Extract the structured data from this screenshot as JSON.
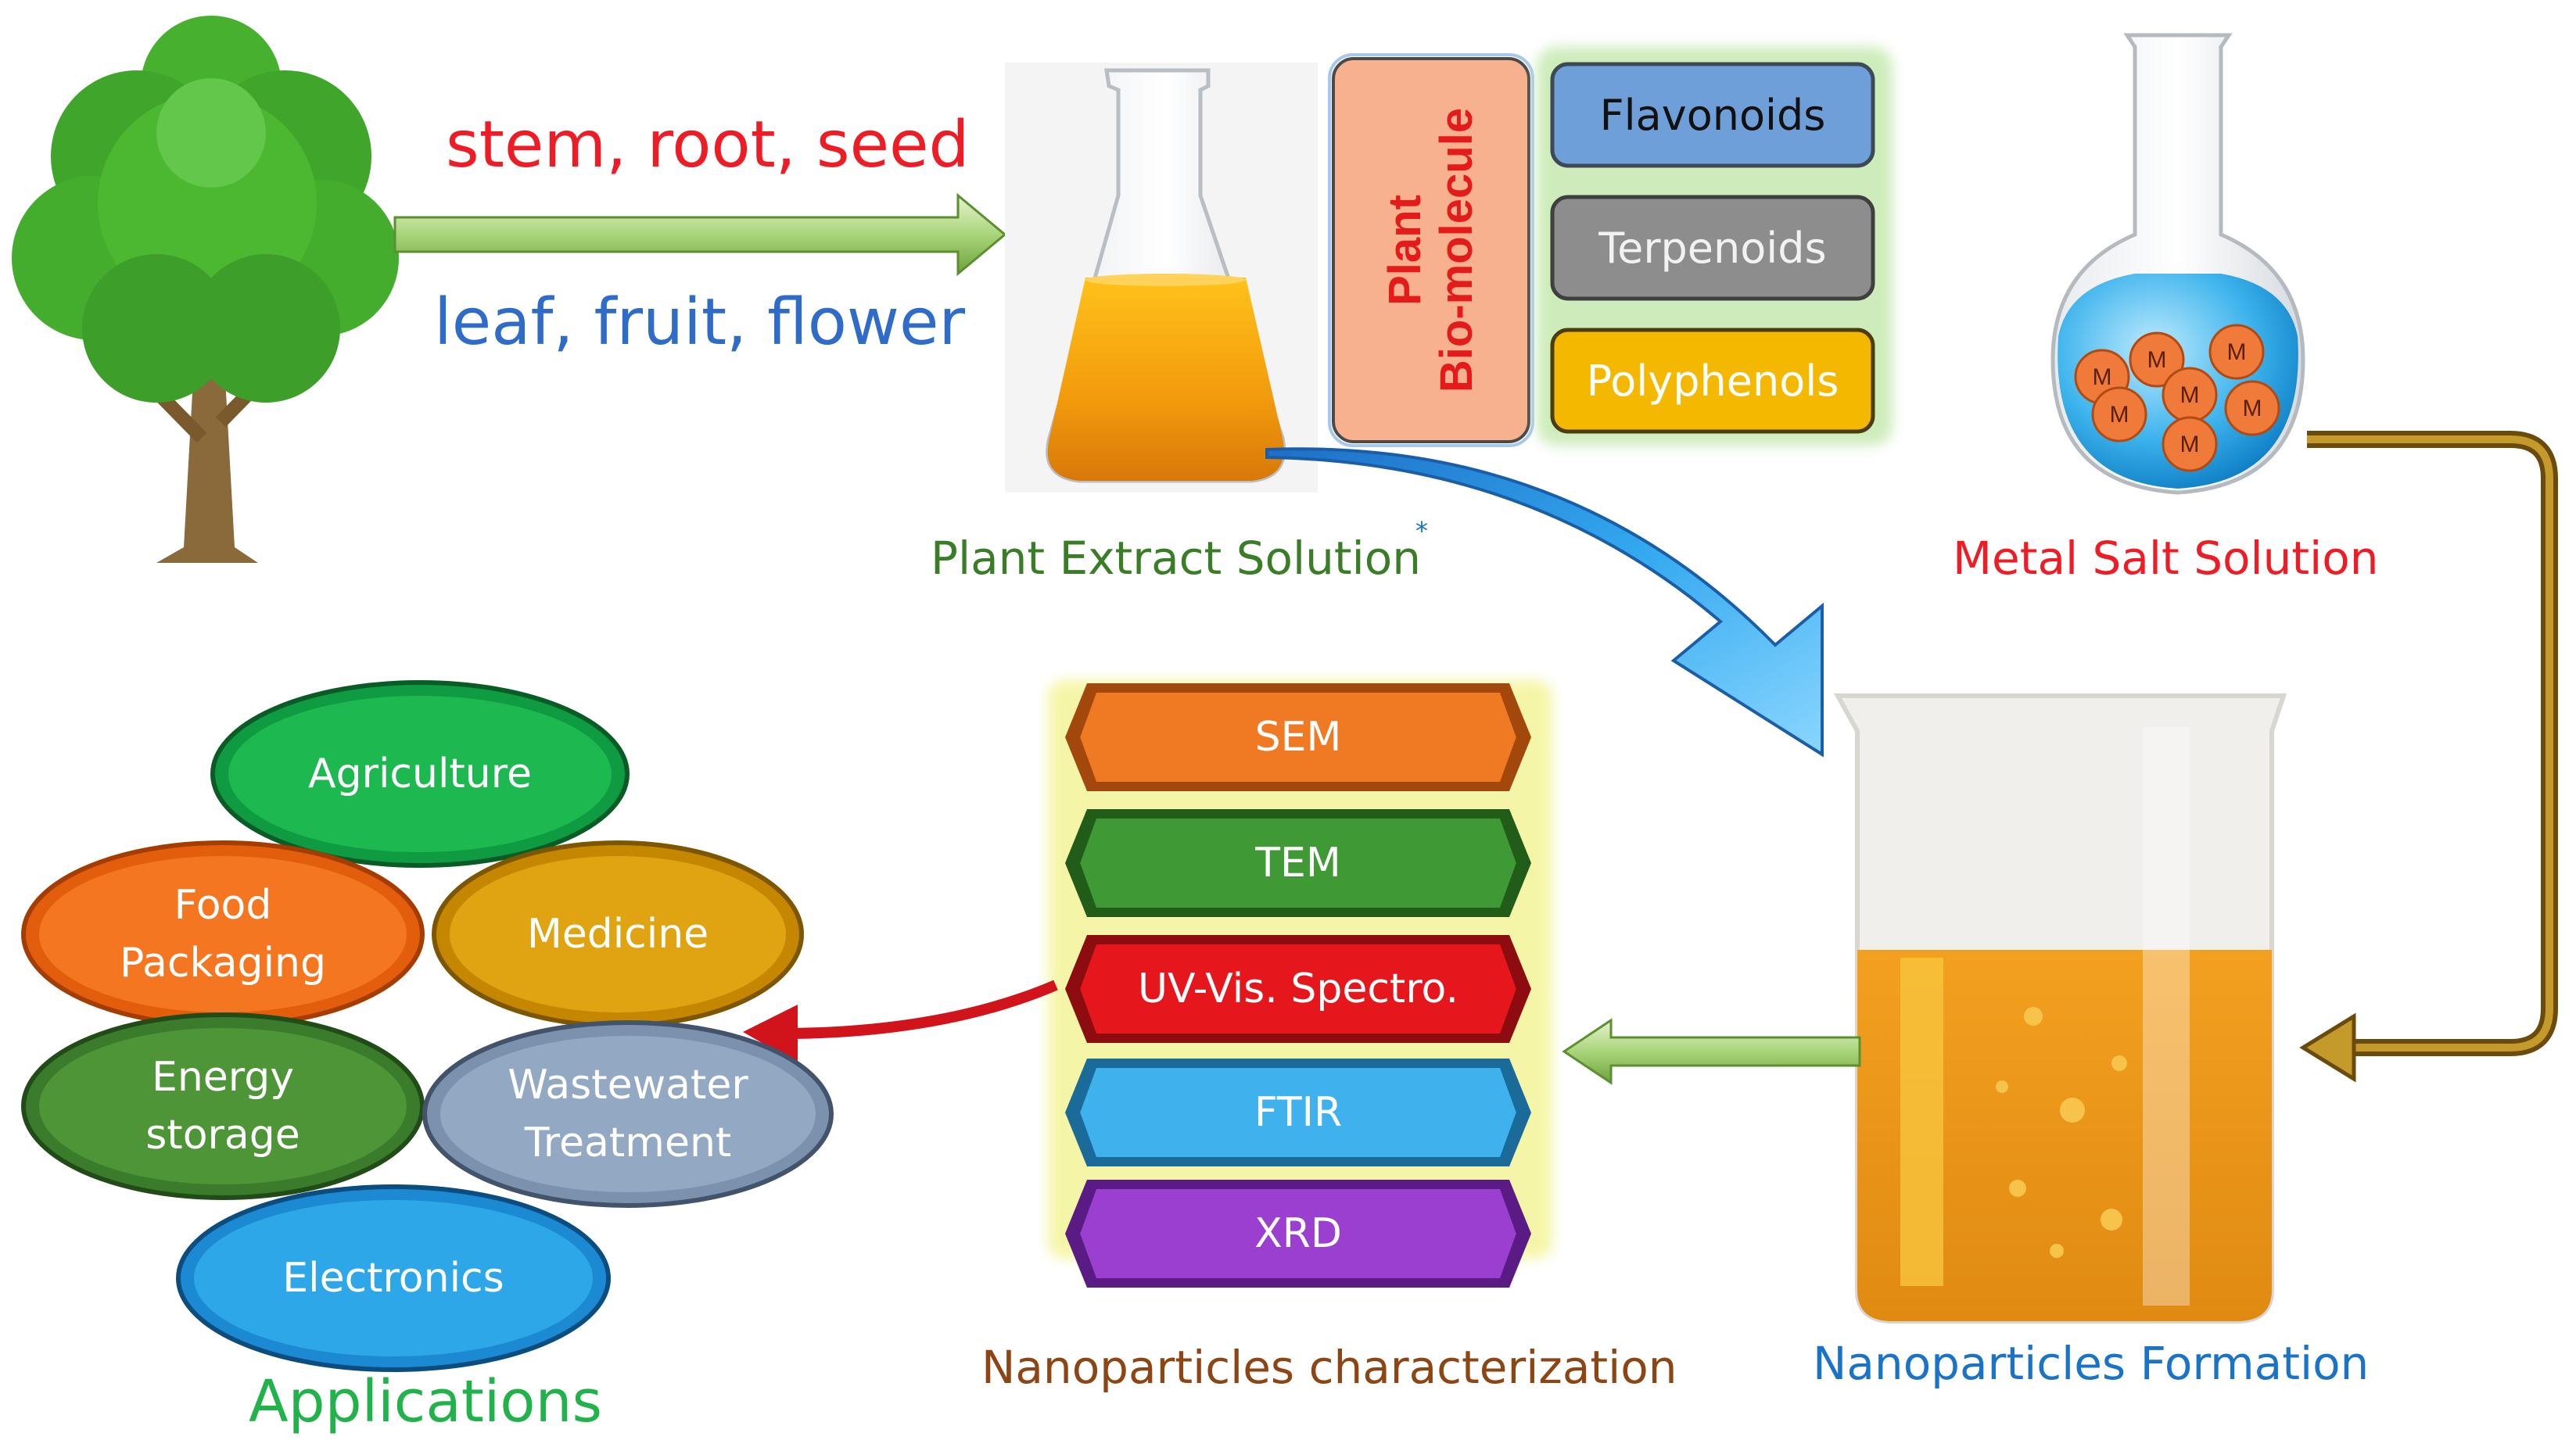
{
  "sources": {
    "top": "stem, root, seed",
    "bottom": "leaf, fruit, flower"
  },
  "biomolecule": {
    "title_line1": "Plant",
    "title_line2": "Bio-molecule",
    "items": [
      "Flavonoids",
      "Terpenoids",
      "Polyphenols"
    ]
  },
  "labels": {
    "plant_extract": "Plant Extract Solution",
    "asterisk": "*",
    "metal_salt": "Metal Salt Solution",
    "formation": "Nanoparticles Formation",
    "characterization": "Nanoparticles characterization",
    "applications": "Applications"
  },
  "metal_ion": "M",
  "characterization": [
    "SEM",
    "TEM",
    "UV-Vis. Spectro.",
    "FTIR",
    "XRD"
  ],
  "applications": {
    "agriculture": "Agriculture",
    "food_l1": "Food",
    "food_l2": "Packaging",
    "medicine": "Medicine",
    "energy_l1": "Energy",
    "energy_l2": "storage",
    "wastewater_l1": "Wastewater",
    "wastewater_l2": "Treatment",
    "electronics": "Electronics"
  },
  "colors": {
    "red": "#ee1c25",
    "blue": "#2f6cc9",
    "green_text": "#3a7d27",
    "formation_blue": "#1a73c6",
    "char_brown": "#8c4513",
    "app_green": "#21b24b",
    "liquid_orange": "#f29f0f",
    "metal_blue": "#2aa8e8"
  }
}
